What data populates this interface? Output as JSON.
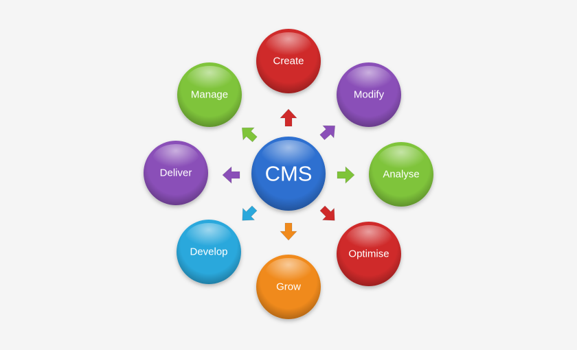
{
  "hub": {
    "label": "CMS",
    "color": "#2f6fd0"
  },
  "nodes": [
    {
      "id": "create",
      "label": "Create",
      "color": "#cf2a2a"
    },
    {
      "id": "modify",
      "label": "Modify",
      "color": "#8a4fb8"
    },
    {
      "id": "analyse",
      "label": "Analyse",
      "color": "#7fc43a"
    },
    {
      "id": "optimise",
      "label": "Optimise",
      "color": "#cf2a2a"
    },
    {
      "id": "grow",
      "label": "Grow",
      "color": "#f08a1c"
    },
    {
      "id": "develop",
      "label": "Develop",
      "color": "#2aa8dc"
    },
    {
      "id": "deliver",
      "label": "Deliver",
      "color": "#8a4fb8"
    },
    {
      "id": "manage",
      "label": "Manage",
      "color": "#7fc43a"
    }
  ]
}
